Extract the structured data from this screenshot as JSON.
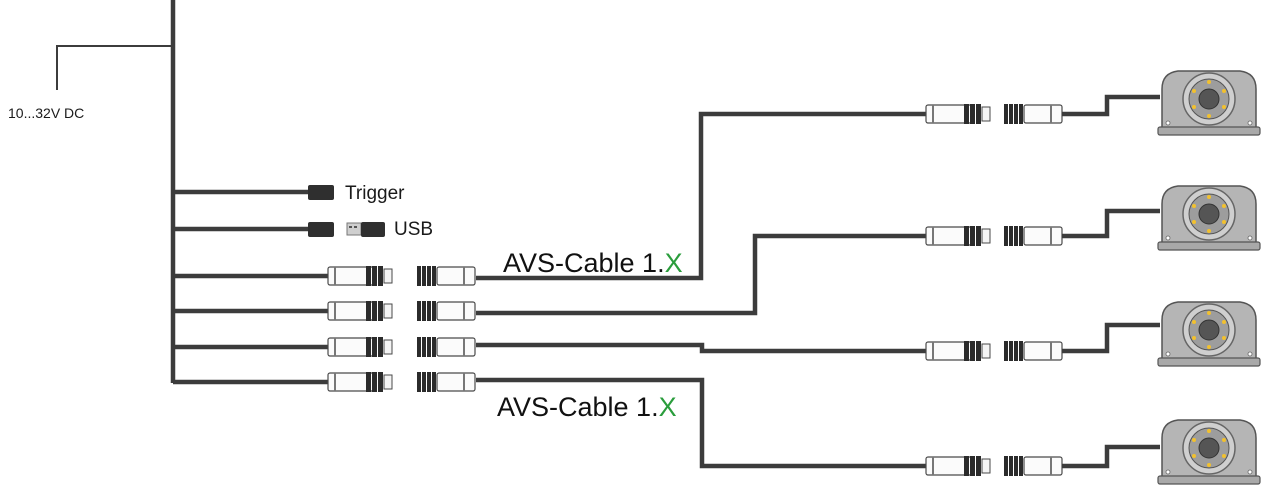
{
  "labels": {
    "power": "10...32V DC",
    "trigger": "Trigger",
    "usb": "USB"
  },
  "cables": [
    {
      "text": "AVS-Cable 1.",
      "suffix": "X"
    },
    {
      "text": "AVS-Cable 1.",
      "suffix": "X"
    }
  ],
  "colors": {
    "wire": "#3c3c3c",
    "suffix_highlight": "#2a9d3c",
    "camera_body": "#b3b3b3",
    "camera_led": "#f2c12e"
  },
  "camera_count": 4
}
